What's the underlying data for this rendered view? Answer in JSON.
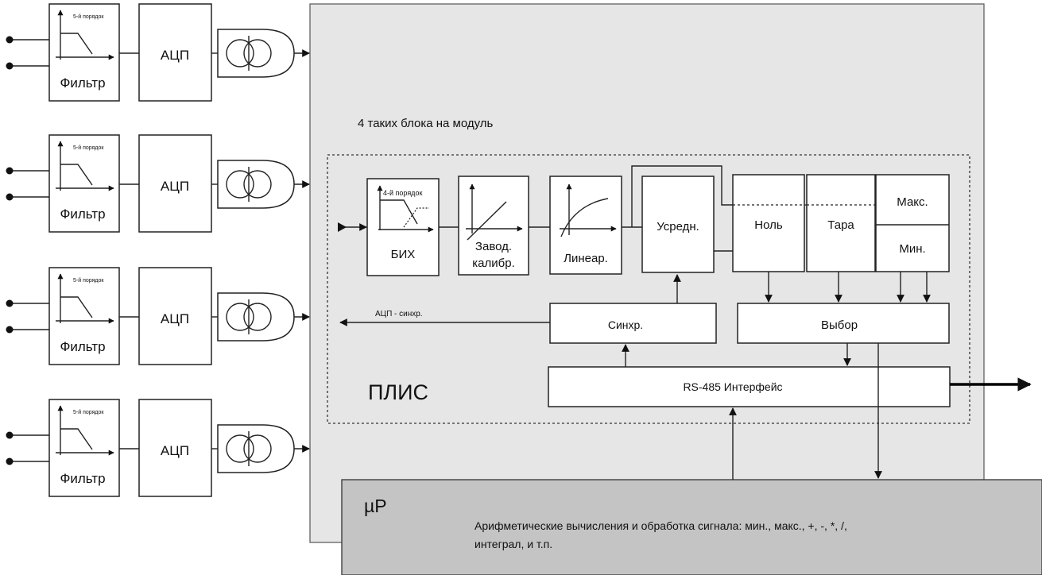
{
  "input_channels": [
    {
      "filter_order": "5-й порядок",
      "filter_label": "Фильтр",
      "adc_label": "АЦП"
    },
    {
      "filter_order": "5-й порядок",
      "filter_label": "Фильтр",
      "adc_label": "АЦП"
    },
    {
      "filter_order": "5-й порядок",
      "filter_label": "Фильтр",
      "adc_label": "АЦП"
    },
    {
      "filter_order": "5-й порядок",
      "filter_label": "Фильтр",
      "adc_label": "АЦП"
    }
  ],
  "module_note": "4 таких блока на модуль",
  "fpga": {
    "label": "ПЛИС",
    "iir": {
      "order": "4-й порядок",
      "label": "БИХ"
    },
    "calib": {
      "line1": "Завод.",
      "line2": "калибр."
    },
    "linear": {
      "label": "Линеар."
    },
    "avg": {
      "label": "Усредн."
    },
    "zero": {
      "label": "Ноль"
    },
    "tare": {
      "label": "Тара"
    },
    "max": {
      "label": "Макс."
    },
    "min": {
      "label": "Мин."
    },
    "sync": {
      "label": "Синхр."
    },
    "select": {
      "label": "Выбор"
    },
    "iface": {
      "label": "RS-485 Интерфейс"
    },
    "sync_out": "АЦП - синхр."
  },
  "cpu": {
    "label": "µP",
    "desc_line1": "Арифметические вычисления и обработка сигнала: мин., макс., +, -, *, /,",
    "desc_line2": "интеграл, и т.п."
  },
  "colors": {
    "module_bg": "#e6e6e6",
    "cpu_bg": "#c4c4c4",
    "line": "#222222"
  }
}
